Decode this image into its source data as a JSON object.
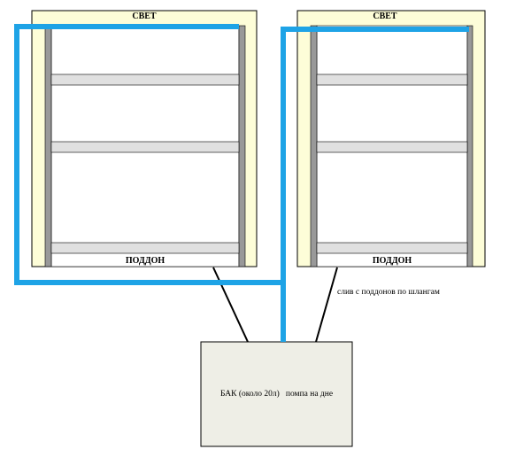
{
  "racks": [
    {
      "top_label": "СВЕТ",
      "bottom_label": "ПОДДОН"
    },
    {
      "top_label": "СВЕТ",
      "bottom_label": "ПОДДОН"
    }
  ],
  "drain_note": "слив с поддонов по шлангам",
  "tank": {
    "label": "БАК (около 20л)",
    "pump_note": "помпа на дне"
  },
  "colors": {
    "water_pipe": "#1ea3e6",
    "light_panel": "#fdfdd8",
    "upright": "#999999",
    "shelf": "#e0e0e0",
    "tank_fill": "#eeeee6",
    "outline": "#000000"
  }
}
